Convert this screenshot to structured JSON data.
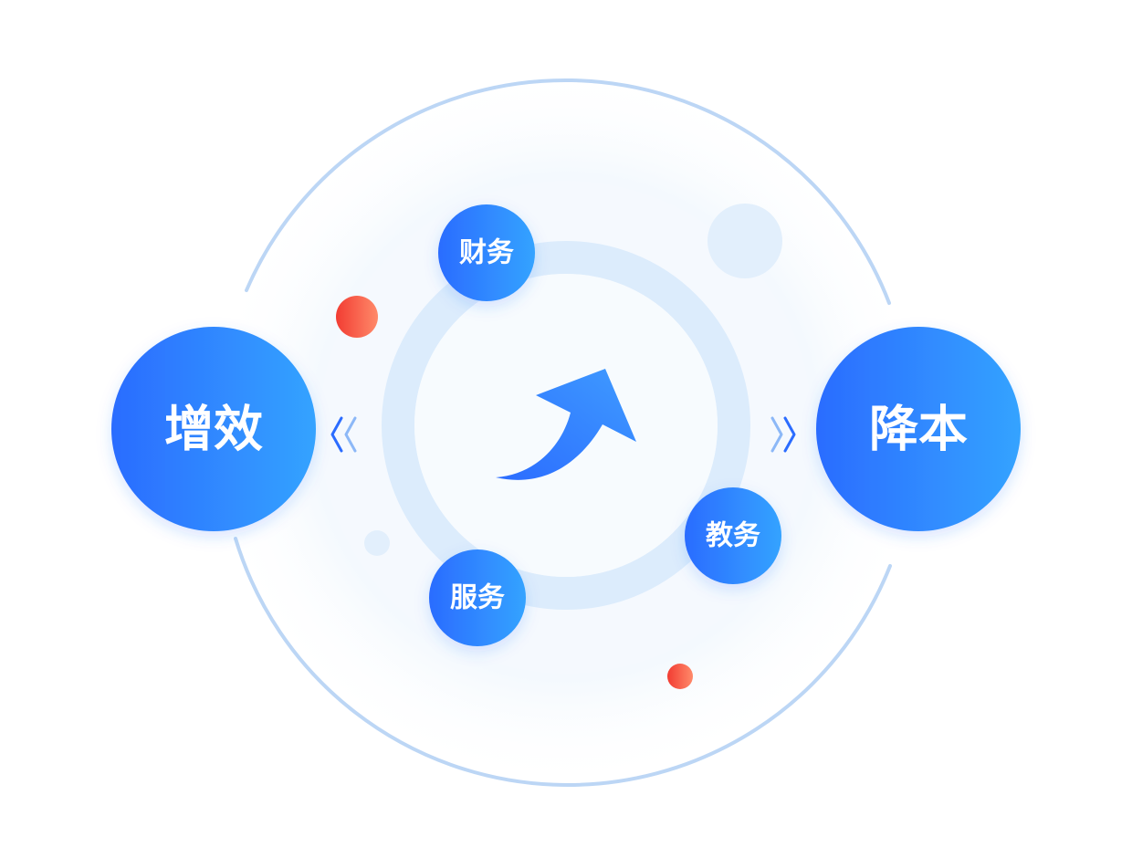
{
  "colors": {
    "node_gradient_start": "#2b6cff",
    "node_gradient_end": "#34a3ff",
    "dot_gradient_start": "#f23c32",
    "dot_gradient_end": "#ff8a6a",
    "ring_light": "#dcecfc",
    "outer_ring": "#bcd6f5",
    "center_bg": "#f7fbfe"
  },
  "left_node": {
    "label": "增效"
  },
  "right_node": {
    "label": "降本"
  },
  "satellites": [
    {
      "label": "财务"
    },
    {
      "label": "教务"
    },
    {
      "label": "服务"
    }
  ]
}
